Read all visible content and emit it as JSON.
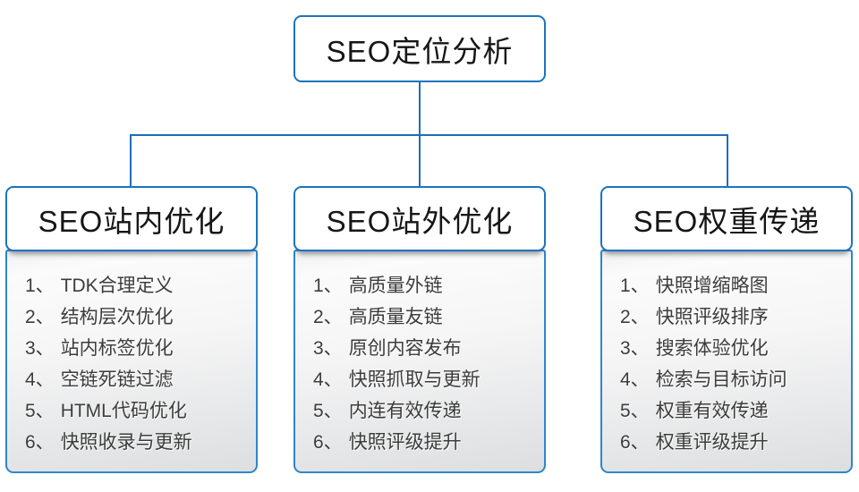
{
  "diagram": {
    "root": {
      "title": "SEO定位分析"
    },
    "branches": [
      {
        "title": "SEO站内优化",
        "items": [
          {
            "n": "1、",
            "t": "TDK合理定义"
          },
          {
            "n": "2、",
            "t": "结构层次优化"
          },
          {
            "n": "3、",
            "t": "站内标签优化"
          },
          {
            "n": "4、",
            "t": "空链死链过滤"
          },
          {
            "n": "5、",
            "t": "HTML代码优化"
          },
          {
            "n": "6、",
            "t": "快照收录与更新"
          }
        ]
      },
      {
        "title": "SEO站外优化",
        "items": [
          {
            "n": "1、",
            "t": "高质量外链"
          },
          {
            "n": "2、",
            "t": "高质量友链"
          },
          {
            "n": "3、",
            "t": "原创内容发布"
          },
          {
            "n": "4、",
            "t": "快照抓取与更新"
          },
          {
            "n": "5、",
            "t": "内连有效传递"
          },
          {
            "n": "6、",
            "t": "快照评级提升"
          }
        ]
      },
      {
        "title": "SEO权重传递",
        "items": [
          {
            "n": "1、",
            "t": "快照增缩略图"
          },
          {
            "n": "2、",
            "t": "快照评级排序"
          },
          {
            "n": "3、",
            "t": "搜索体验优化"
          },
          {
            "n": "4、",
            "t": "检索与目标访问"
          },
          {
            "n": "5、",
            "t": "权重有效传递"
          },
          {
            "n": "6、",
            "t": "权重评级提升"
          }
        ]
      }
    ],
    "colors": {
      "box_border": "#1b74c0",
      "panel_border": "#2f86c9",
      "connector": "#1b6fba",
      "title_text": "#161616",
      "list_text": "#3c3c3c",
      "panel_gradient_top": "#fbfbfb",
      "panel_gradient_bottom": "#dcdee0",
      "background": "#ffffff"
    }
  }
}
